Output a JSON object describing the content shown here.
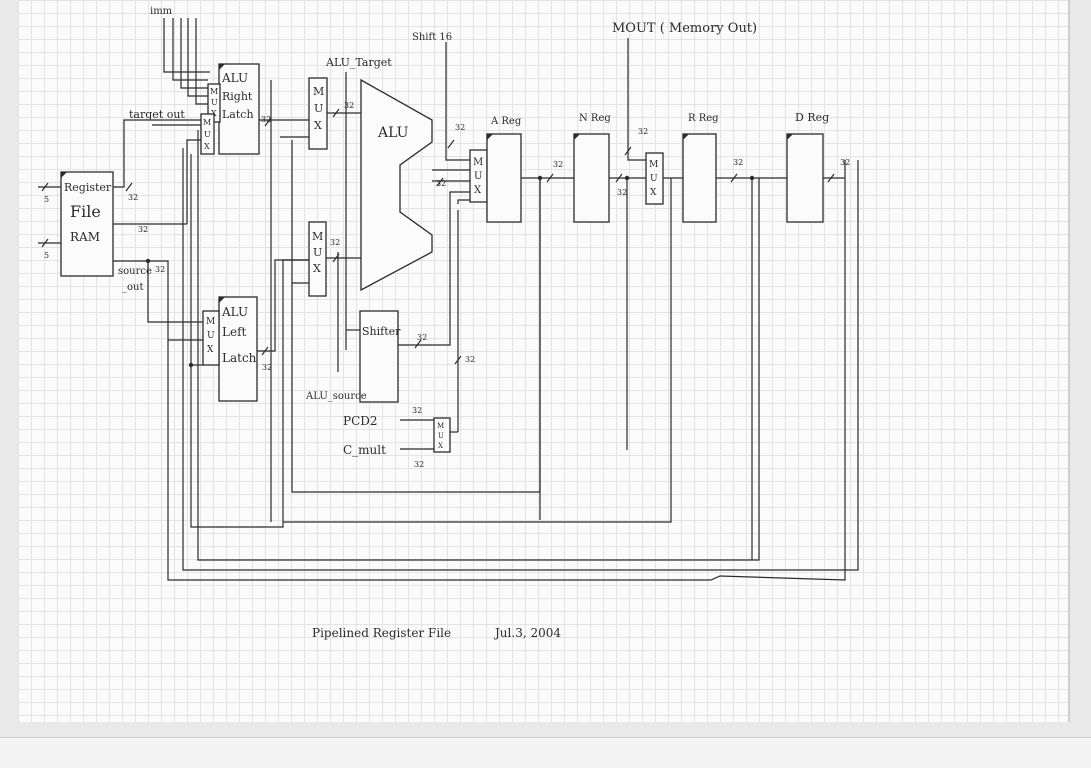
{
  "labels": {
    "imm": "imm",
    "alu_right_latch": [
      "ALU",
      "Right",
      "Latch"
    ],
    "alu_left_latch": [
      "ALU",
      "Left",
      "Latch"
    ],
    "mux": [
      "M",
      "U",
      "X"
    ],
    "alu_target": "ALU_Target",
    "alu_source": "ALU_source",
    "alu": "ALU",
    "shifter": "Shifter",
    "shift16": "Shift 16",
    "target_out": "target out",
    "source_out": [
      "source",
      "_out"
    ],
    "register_file": [
      "Register",
      "File",
      "RAM"
    ],
    "areg": "A Reg",
    "nreg": "N Reg",
    "rreg": "R Reg",
    "dreg": "D Reg",
    "mout": "MOUT ( Memory Out)",
    "pcd2": "PCD2",
    "c_mult": "C_mult",
    "bus32": "32",
    "bus5": "5"
  },
  "caption": {
    "title": "Pipelined Register File",
    "date": "Jul.3, 2004"
  }
}
